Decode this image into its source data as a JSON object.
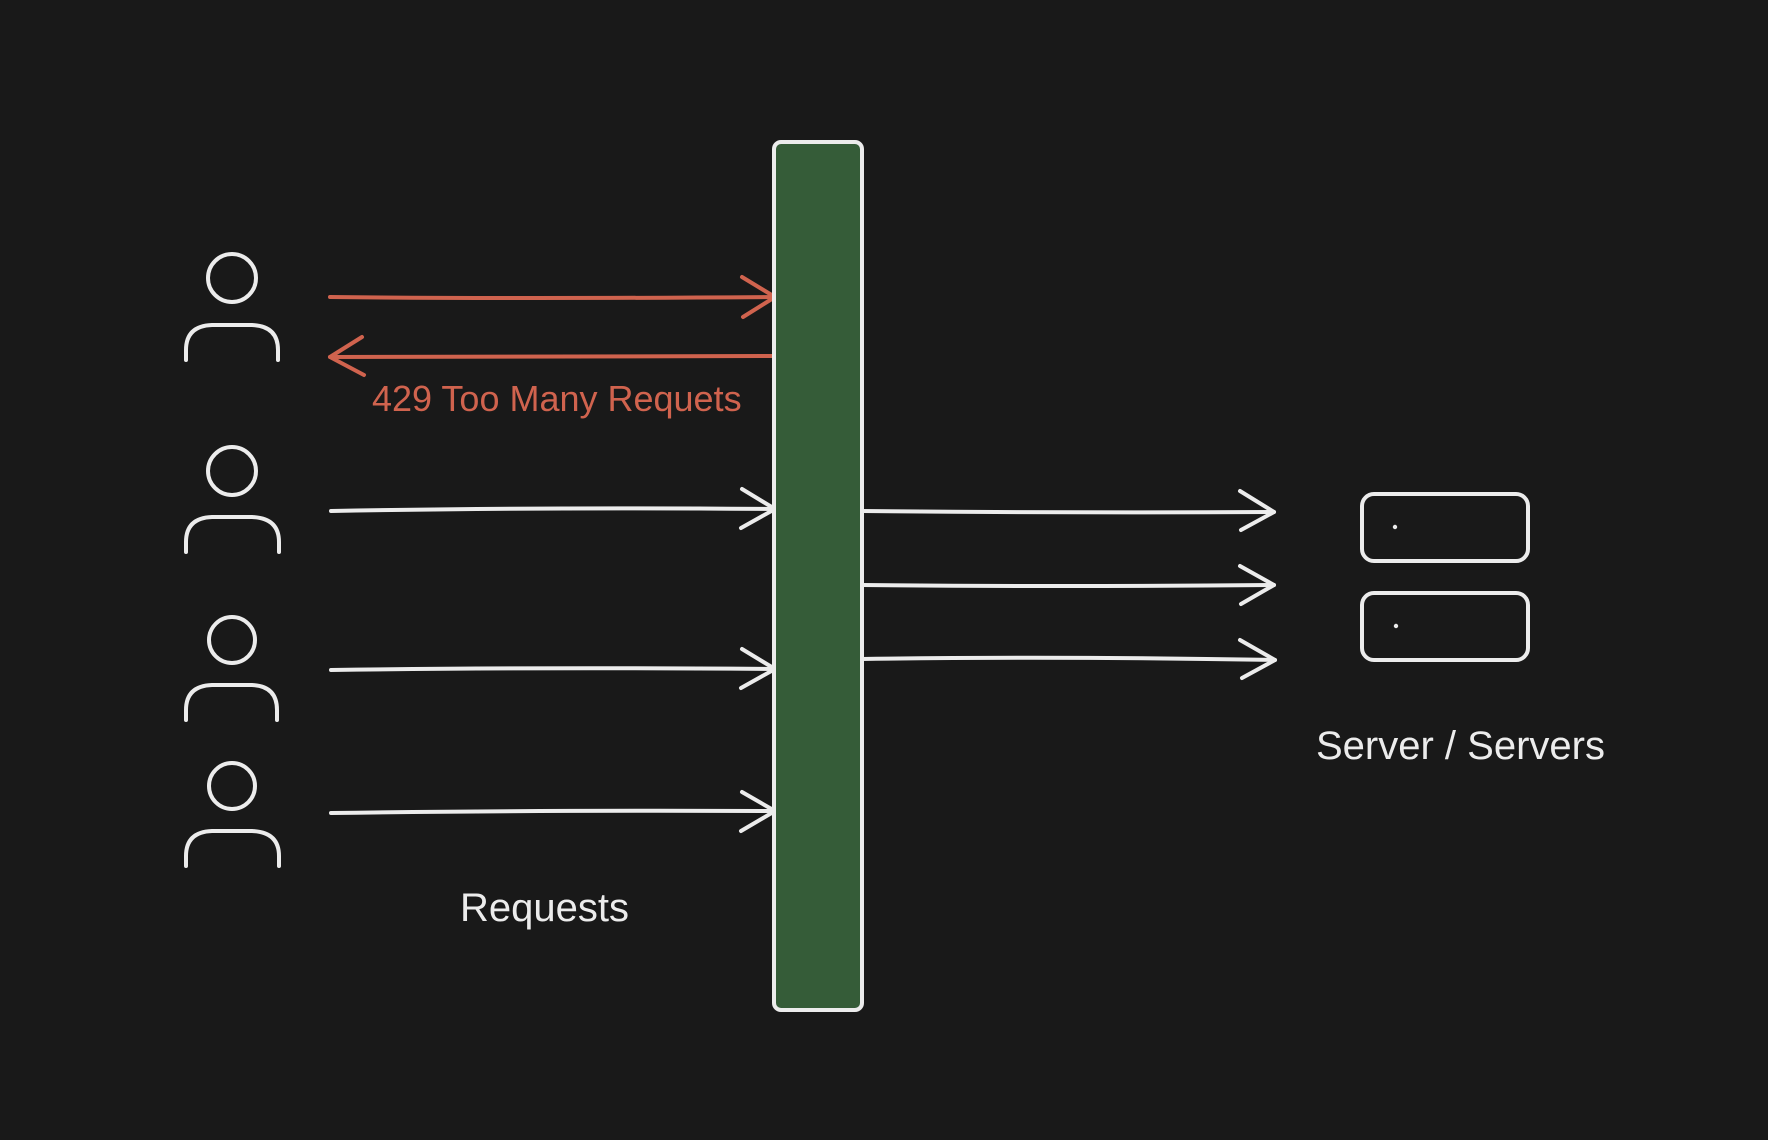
{
  "colors": {
    "background": "#191919",
    "stroke": "#ececec",
    "rejected": "#d0634e",
    "rate_limiter_fill": "#355c38"
  },
  "labels": {
    "rejected_response": "429 Too Many Requets",
    "requests": "Requests",
    "servers": "Server / Servers"
  },
  "icons": {
    "client": "person-icon",
    "server": "server-icon"
  }
}
